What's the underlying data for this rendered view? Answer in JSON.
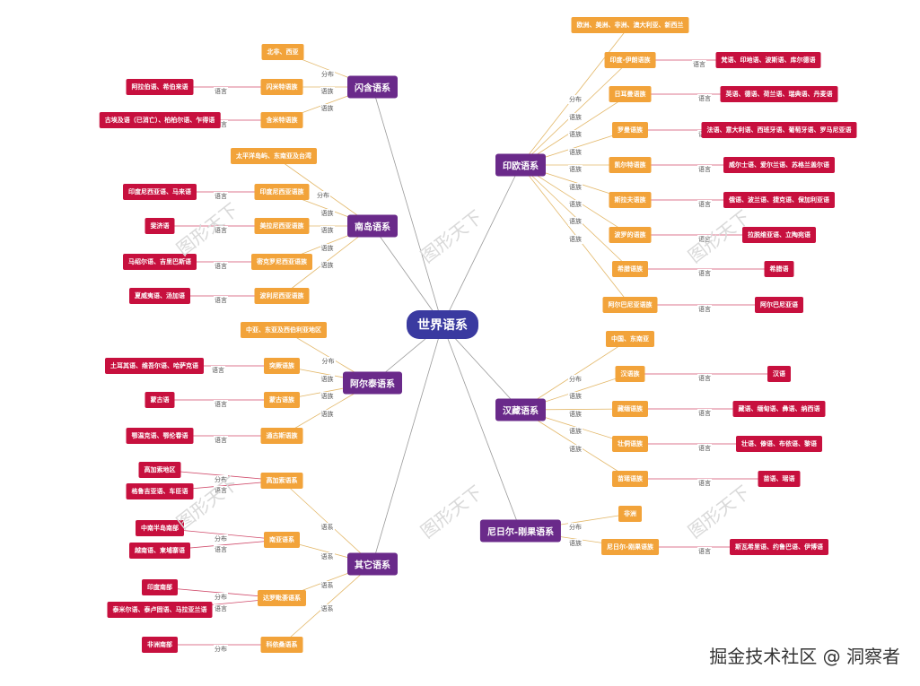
{
  "colors": {
    "root": "#3a3aa0",
    "family": "#6a2a8a",
    "branch": "#f2a33a",
    "leaf": "#c7103e",
    "line_family": "#9a9a9a",
    "line_branch": "#e3b86a",
    "line_leaf": "#d04a6a"
  },
  "root": {
    "label": "世界语系"
  },
  "families": [
    {
      "label": "闪含语系",
      "children": [
        {
          "label": "北非、西亚",
          "rel": "分布"
        },
        {
          "label": "闪米特语族",
          "rel": "语族",
          "leaf": {
            "label": "阿拉伯语、希伯来语",
            "rel": "语言"
          }
        },
        {
          "label": "含米特语族",
          "rel": "语族",
          "leaf": {
            "label": "古埃及语（已消亡）、柏柏尔语、乍得语",
            "rel": "语言"
          }
        }
      ]
    },
    {
      "label": "南岛语系",
      "children": [
        {
          "label": "太平洋岛屿、东南亚及台湾",
          "rel": "分布"
        },
        {
          "label": "印度尼西亚语族",
          "rel": "语族",
          "leaf": {
            "label": "印度尼西亚语、马来语",
            "rel": "语言"
          }
        },
        {
          "label": "美拉尼西亚语族",
          "rel": "语族",
          "leaf": {
            "label": "斐济语",
            "rel": "语言"
          }
        },
        {
          "label": "密克罗尼西亚语族",
          "rel": "语族",
          "leaf": {
            "label": "马绍尔语、吉里巴斯语",
            "rel": "语言"
          }
        },
        {
          "label": "波利尼西亚语族",
          "rel": "语族",
          "leaf": {
            "label": "夏威夷语、汤加语",
            "rel": "语言"
          }
        }
      ]
    },
    {
      "label": "阿尔泰语系",
      "children": [
        {
          "label": "中亚、东亚及西伯利亚地区",
          "rel": "分布"
        },
        {
          "label": "突厥语族",
          "rel": "语族",
          "leaf": {
            "label": "土耳其语、维吾尔语、哈萨克语",
            "rel": "语言"
          }
        },
        {
          "label": "蒙古语族",
          "rel": "语族",
          "leaf": {
            "label": "蒙古语",
            "rel": "语言"
          }
        },
        {
          "label": "通古斯语族",
          "rel": "语族",
          "leaf": {
            "label": "鄂温克语、鄂伦春语",
            "rel": "语言"
          }
        }
      ]
    },
    {
      "label": "其它语系",
      "children": [
        {
          "label": "高加索语系",
          "rel": "语系",
          "leaves": [
            {
              "label": "高加索地区",
              "rel": "分布"
            },
            {
              "label": "格鲁吉亚语、车臣语",
              "rel": "语言"
            }
          ]
        },
        {
          "label": "南亚语系",
          "rel": "语系",
          "leaves": [
            {
              "label": "中南半岛南部",
              "rel": "分布"
            },
            {
              "label": "越南语、柬埔寨语",
              "rel": "语言"
            }
          ]
        },
        {
          "label": "达罗毗荼语系",
          "rel": "语系",
          "leaves": [
            {
              "label": "印度南部",
              "rel": "分布"
            },
            {
              "label": "泰米尔语、泰卢固语、马拉亚兰语",
              "rel": "语言"
            }
          ]
        },
        {
          "label": "科依桑语系",
          "rel": "语系",
          "leaves": [
            {
              "label": "非洲南部",
              "rel": "分布"
            }
          ]
        }
      ]
    },
    {
      "label": "印欧语系",
      "children": [
        {
          "label": "欧洲、美洲、非洲、澳大利亚、新西兰",
          "rel": "分布"
        },
        {
          "label": "印度-伊朗语族",
          "rel": "语族",
          "leaf": {
            "label": "梵语、印地语、波斯语、库尔德语",
            "rel": "语言"
          }
        },
        {
          "label": "日耳曼语族",
          "rel": "语族",
          "leaf": {
            "label": "英语、德语、荷兰语、瑞典语、丹麦语",
            "rel": "语言"
          }
        },
        {
          "label": "罗曼语族",
          "rel": "语族",
          "leaf": {
            "label": "法语、意大利语、西班牙语、葡萄牙语、罗马尼亚语",
            "rel": "语言"
          }
        },
        {
          "label": "凯尔特语族",
          "rel": "语族",
          "leaf": {
            "label": "威尔士语、爱尔兰语、苏格兰盖尔语",
            "rel": "语言"
          }
        },
        {
          "label": "斯拉夫语族",
          "rel": "语族",
          "leaf": {
            "label": "俄语、波兰语、捷克语、保加利亚语",
            "rel": "语言"
          }
        },
        {
          "label": "波罗的语族",
          "rel": "语族",
          "leaf": {
            "label": "拉脱维亚语、立陶宛语",
            "rel": "语言"
          }
        },
        {
          "label": "希腊语族",
          "rel": "语族",
          "leaf": {
            "label": "希腊语",
            "rel": "语言"
          }
        },
        {
          "label": "阿尔巴尼亚语族",
          "rel": "语族",
          "leaf": {
            "label": "阿尔巴尼亚语",
            "rel": "语言"
          }
        }
      ]
    },
    {
      "label": "汉藏语系",
      "children": [
        {
          "label": "中国、东南亚",
          "rel": "分布"
        },
        {
          "label": "汉语族",
          "rel": "语族",
          "leaf": {
            "label": "汉语",
            "rel": "语言"
          }
        },
        {
          "label": "藏缅语族",
          "rel": "语族",
          "leaf": {
            "label": "藏语、缅甸语、彝语、纳西语",
            "rel": "语言"
          }
        },
        {
          "label": "壮侗语族",
          "rel": "语族",
          "leaf": {
            "label": "壮语、傣语、布依语、黎语",
            "rel": "语言"
          }
        },
        {
          "label": "苗瑶语族",
          "rel": "语族",
          "leaf": {
            "label": "苗语、瑶语",
            "rel": "语言"
          }
        }
      ]
    },
    {
      "label": "尼日尔-刚果语系",
      "children": [
        {
          "label": "非洲",
          "rel": "分布"
        },
        {
          "label": "尼日尔-刚果语族",
          "rel": "语族",
          "leaf": {
            "label": "斯瓦希里语、约鲁巴语、伊博语",
            "rel": "语言"
          }
        }
      ]
    }
  ],
  "watermarks": [
    "图形天下",
    "图形天下",
    "图形天下",
    "图形天下",
    "图形天下",
    "图形天下"
  ],
  "credit": "掘金技术社区 @ 洞察者"
}
